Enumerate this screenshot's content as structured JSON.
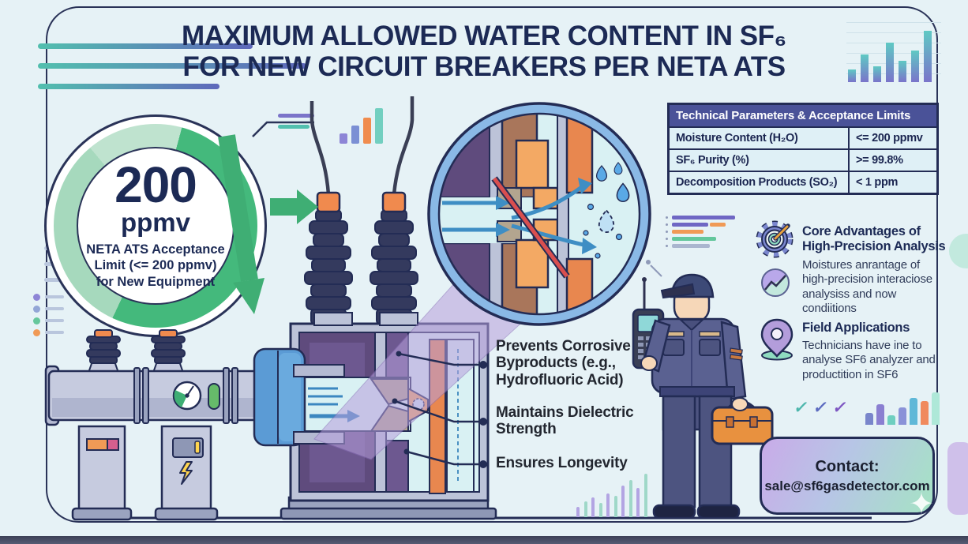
{
  "page": {
    "bg": "#e6f2f6",
    "accent_green": "#3fae74",
    "accent_navy": "#1b2550",
    "table_header_bg": "#4a5298"
  },
  "title": {
    "text": "MAXIMUM ALLOWED WATER CONTENT IN SF₆\nFOR NEW CIRCUIT BREAKERS PER NETA ATS"
  },
  "badge": {
    "value": "200",
    "unit": "ppmv",
    "caption": "NETA ATS Acceptance\nLimit (<= 200 ppmv)\nfor New Equipment"
  },
  "table": {
    "header": "Technical Parameters & Acceptance Limits",
    "rows": [
      {
        "param": "Moisture Content (H₂O)",
        "value": "<= 200 ppmv"
      },
      {
        "param": "SF₆ Purity (%)",
        "value": ">= 99.8%"
      },
      {
        "param": "Decomposition Products (SO₂)",
        "value": "< 1 ppm"
      }
    ]
  },
  "benefits": {
    "items": [
      {
        "text": "Prevents Corrosive\nByproducts (e.g.,\nHydrofluoric Acid)"
      },
      {
        "text": "Maintains Dielectric\nStrength"
      },
      {
        "text": "Ensures Longevity"
      }
    ]
  },
  "advantages": {
    "heading": "Core Advantages of\nHigh-Precision Analysis",
    "body": "Moistures anrantage of\nhigh-precision interaciose\nanalysiss and now\ncondiitions"
  },
  "field": {
    "heading": "Field Applications",
    "body": "Technicians have ine to\nanalyse SF6 analyzer and\nproductition in SF6"
  },
  "contact": {
    "label": "Contact:",
    "email": "sale@sf6gasdetector.com"
  },
  "icons": {
    "check_glyph": "✓",
    "sparkle_glyph": "✦",
    "gear_target": "gear-target-icon",
    "trend_circle": "trend-circle-icon",
    "location_pin": "location-pin-icon"
  },
  "decor": {
    "top_right_chart": {
      "heights": [
        16,
        35,
        20,
        50,
        27,
        40,
        65
      ]
    },
    "mini_top_chart": {
      "heights": [
        13,
        23,
        33,
        45
      ],
      "colors": [
        "#8d85d6",
        "#7b8fd4",
        "#f08c4e",
        "#72cfc0"
      ]
    },
    "bottom_right_chart": {
      "heights": [
        15,
        26,
        12,
        22,
        34,
        30,
        41
      ],
      "colors": [
        "#7986cb",
        "#8a7fd1",
        "#6fcfc0",
        "#8a92d8",
        "#5fb8d8",
        "#f08a5d",
        "#aee8d8"
      ]
    },
    "bottom_bars": {
      "heights": [
        13,
        20,
        25,
        18,
        30,
        27,
        40,
        47,
        37,
        55
      ],
      "colors": [
        "#b3a5e3",
        "#9fd8c8"
      ]
    },
    "checkmark_colors": [
      "#4db6ac",
      "#5c6bc0",
      "#7e57c2"
    ]
  }
}
